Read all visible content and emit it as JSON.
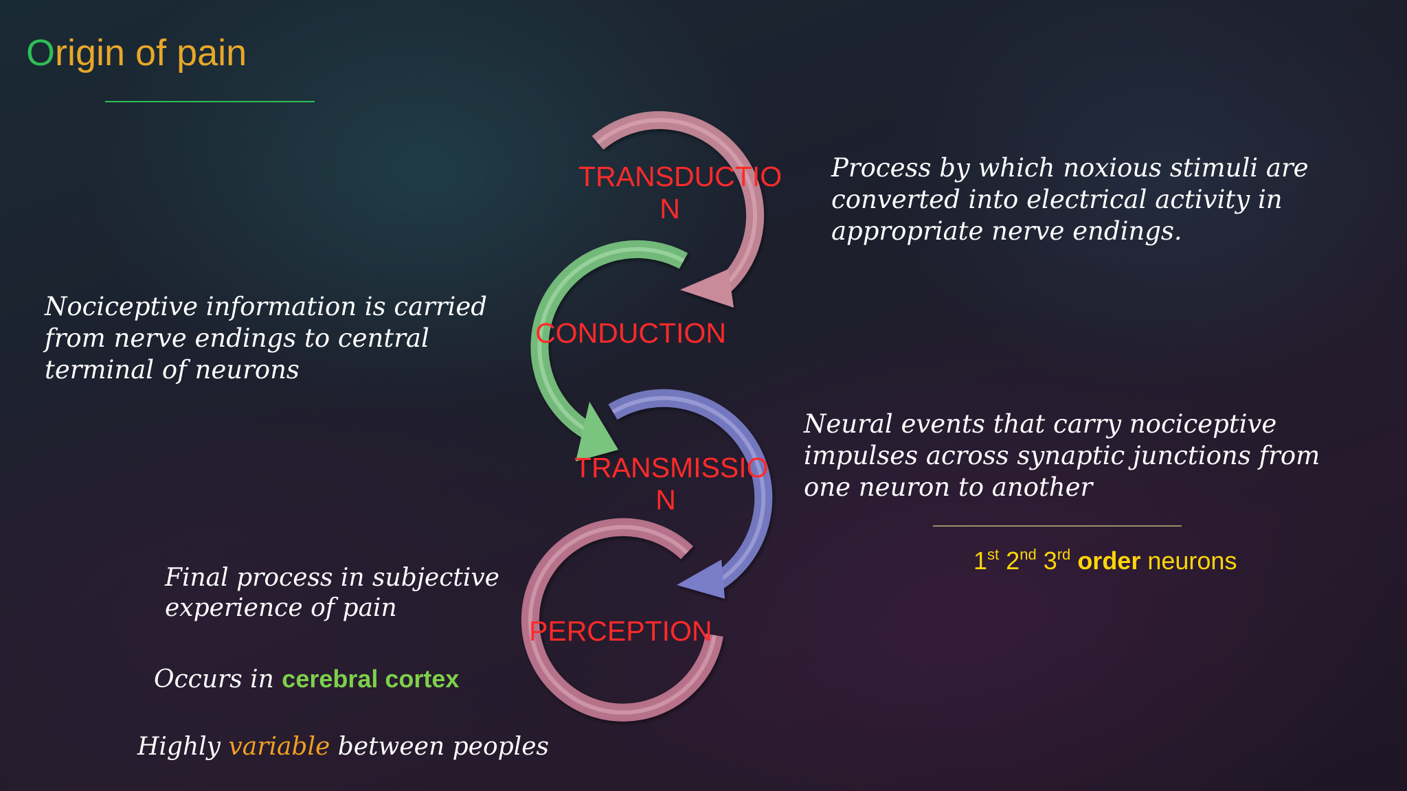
{
  "title": {
    "first_letter": "O",
    "rest": "rigin of pain"
  },
  "stages": {
    "transduction": {
      "line1": "TRANSDUCTIO",
      "line2": "N"
    },
    "conduction": {
      "line1": "CONDUCTION"
    },
    "transmission": {
      "line1": "TRANSMISSIO",
      "line2": "N"
    },
    "perception": {
      "line1": "PERCEPTION"
    }
  },
  "descriptions": {
    "transduction": [
      "Process by which noxious stimuli are",
      "converted into electrical activity in",
      "appropriate nerve endings."
    ],
    "conduction": [
      "Nociceptive information is carried",
      "from nerve endings to central",
      "terminal of neurons"
    ],
    "transmission": [
      "Neural events that carry  nociceptive",
      "impulses across synaptic junctions from",
      "one neuron to another"
    ],
    "perception": [
      "Final process in subjective",
      "experience of pain"
    ]
  },
  "neurons": {
    "n1": "1",
    "s1": "st",
    "n2": "2",
    "s2": "nd",
    "n3": "3",
    "s3": "rd",
    "order": "order",
    "neurons": "neurons"
  },
  "cortex": {
    "prefix": "Occurs in ",
    "highlight": "cerebral cortex"
  },
  "variable": {
    "prefix": "Highly ",
    "highlight": "variable",
    "suffix": " between peoples"
  },
  "colors": {
    "title_accent": "#2fbf55",
    "title_text": "#e8a828",
    "stage_label": "#ff2a2a",
    "arrow_transduction": "#c98a9a",
    "arrow_conduction": "#79c47f",
    "arrow_transmission": "#7a7ec8",
    "arrow_perception": "#c07890",
    "neurons_text": "#ffd60a",
    "cortex_highlight": "#7dd14a",
    "variable_highlight": "#f0a020"
  }
}
